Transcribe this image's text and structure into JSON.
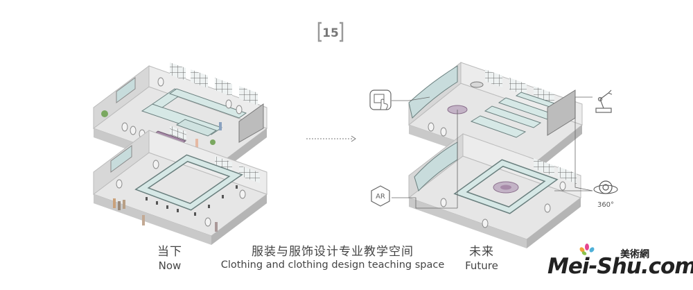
{
  "badge": {
    "number": "15"
  },
  "captions": {
    "now_cn": "当下",
    "now_en": "Now",
    "title_cn": "服装与服饰设计专业教学空间",
    "title_en": "Clothing and clothing design teaching space",
    "future_cn": "未来",
    "future_en": "Future"
  },
  "icons": {
    "ar_label": "AR",
    "degree_label": "360°"
  },
  "watermark": {
    "cn": "美術網",
    "main": "Mei-Shu.com"
  },
  "colors": {
    "floor": "#e4e4e4",
    "wall": "#cfcfcf",
    "wall_dark": "#a9a9a9",
    "glass": "#c8dcdc",
    "desk": "#d6e8e6",
    "purple": "#a78aa8",
    "line": "#555555"
  }
}
